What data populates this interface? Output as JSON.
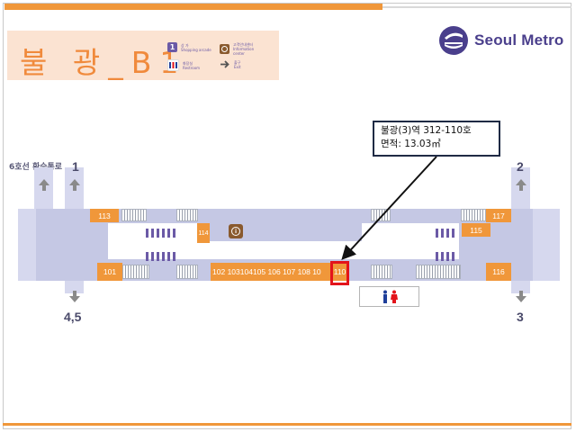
{
  "header": {
    "station_title": "불 광_B1",
    "legend": [
      {
        "icon": "shop-box-icon",
        "label_ko": "상 가",
        "label_en": "Shopping arcade"
      },
      {
        "icon": "info-icon",
        "label_ko": "고객안내센터",
        "label_en": "Information center"
      },
      {
        "icon": "restroom-icon",
        "label_ko": "화장실",
        "label_en": "Restroom"
      },
      {
        "icon": "exit-arrow-icon",
        "label_ko": "출구",
        "label_en": "Exit"
      }
    ],
    "legend_box_num": "1"
  },
  "logo": {
    "text": "Seoul Metro",
    "color": "#4a3f8c"
  },
  "map": {
    "transfer_label": "6호선 환승통로",
    "exits": {
      "e1": "1",
      "e2": "2",
      "e3": "3",
      "e45": "4,5"
    },
    "shops": {
      "s113": "113",
      "s114": "114",
      "s101": "101",
      "s102": "102",
      "s103": "103",
      "s104": "104",
      "s105": "105",
      "s106": "106",
      "s107": "107",
      "s108": "108",
      "s109": "10",
      "s110": "110",
      "s115": "115",
      "s116": "116",
      "s117": "117"
    },
    "highlighted_shop": "110"
  },
  "callout": {
    "line1": "불광(3)역 312-110호",
    "line2": "면적: 13.03㎡"
  },
  "colors": {
    "shop": "#f0973a",
    "corridor": "#c5c8e4",
    "highlight": "#e3141b",
    "brand_purple": "#4a3f8c"
  }
}
